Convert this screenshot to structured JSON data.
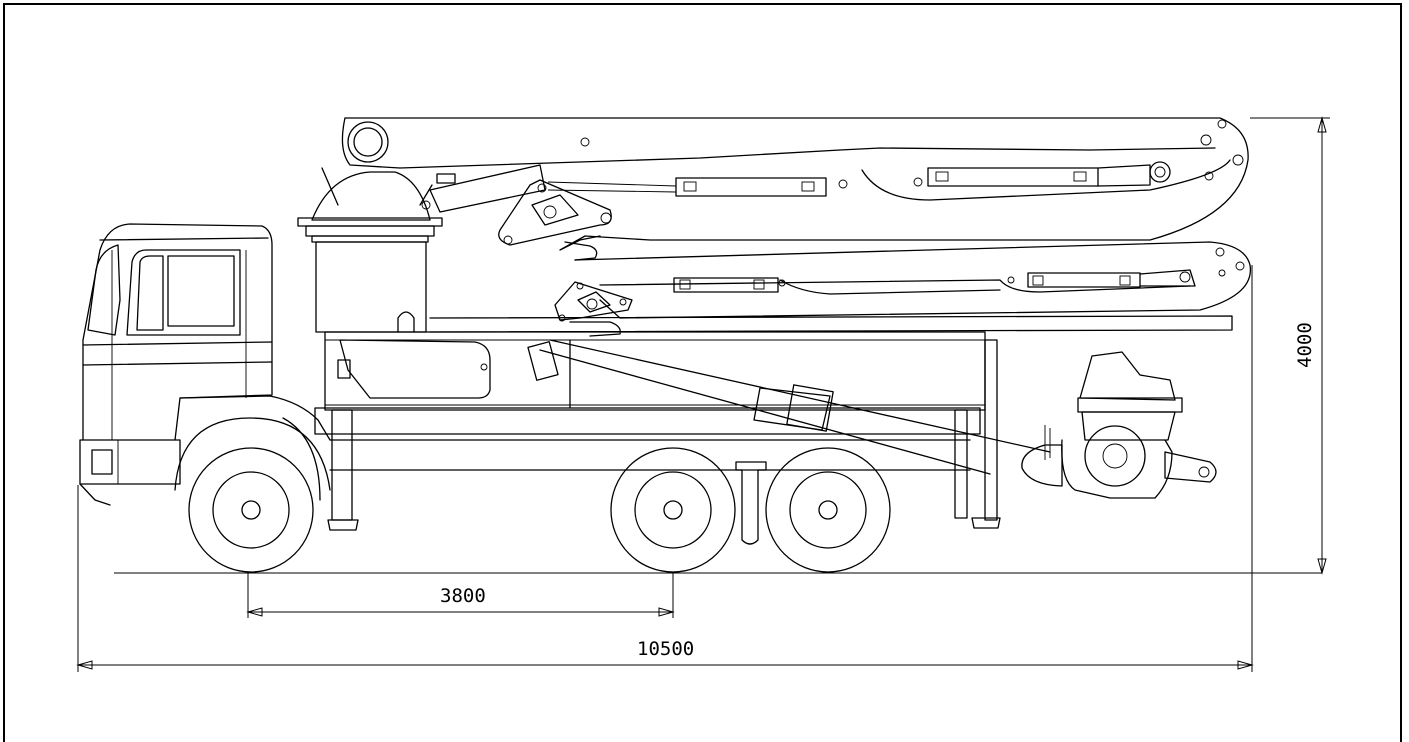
{
  "drawing": {
    "dimensions": {
      "wheelbase": "3800",
      "overall_length": "10500",
      "overall_height": "4000"
    }
  }
}
